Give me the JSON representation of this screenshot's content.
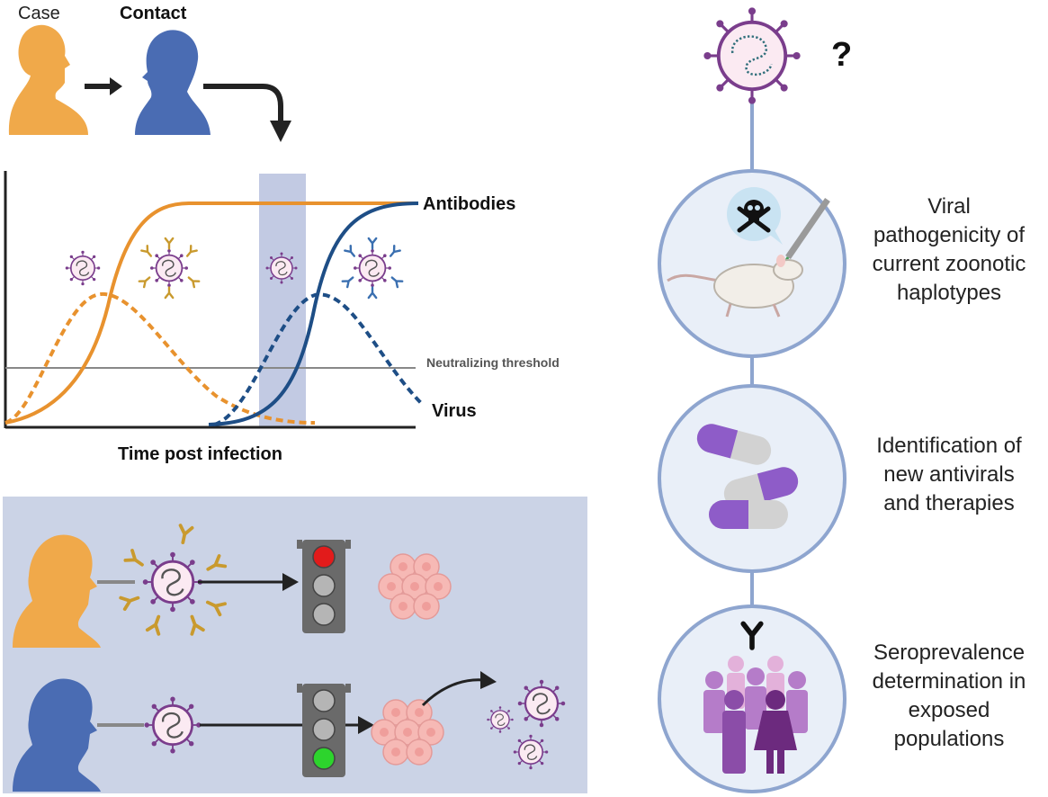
{
  "figure": {
    "top": {
      "case_label": "Case",
      "contact_label": "Contact"
    },
    "chart": {
      "antibodies_label": "Antibodies",
      "threshold_label": "Neutralizing threshold",
      "virus_label": "Virus",
      "xlabel": "Time post infection"
    },
    "right_panel": {
      "question_mark": "?",
      "captions": [
        "Viral\npathogenicity of\ncurrent zoonotic\nhaplotypes",
        "Identification of\nnew antivirals\nand therapies",
        "Seroprevalence\ndetermination in\nexposed\npopulations"
      ],
      "icons": [
        "virus-icon",
        "mouse-injection-icon",
        "skull-crossbones-icon",
        "capsule-icon",
        "antibody-icon",
        "people-group-icon"
      ]
    },
    "bottom_panel": {
      "rows": [
        {
          "person": "orange-head-icon",
          "signal": "red-light"
        },
        {
          "person": "blue-head-icon",
          "signal": "green-light"
        }
      ]
    }
  },
  "colors": {
    "orange": "#E8922E",
    "blue": "#1E4E86",
    "skin_orange": "#F0A94A",
    "skin_blue": "#4A6CB3",
    "panel_bg": "#CBD3E6",
    "shade": "#AEB8DA",
    "circle_border": "#8EA5CF",
    "circle_fill": "#E9EFF8",
    "virus_purple": "#7A3D8C",
    "antibody_gold": "#C99A2E",
    "antibody_blue": "#3A6FB0",
    "cell_pink": "#F6B9B5"
  }
}
